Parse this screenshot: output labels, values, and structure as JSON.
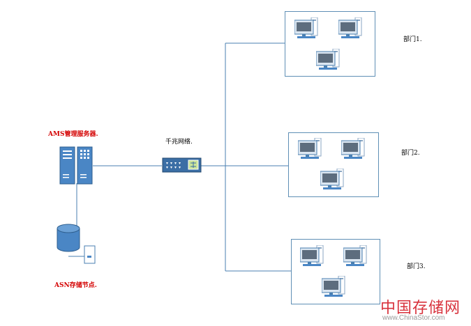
{
  "nodes": {
    "ams_server": {
      "label": "AMS管理服务器.",
      "color": "#d40000"
    },
    "switch": {
      "label": "千兆网络."
    },
    "asn_storage": {
      "label": "ASN存储节点.",
      "color": "#d40000"
    }
  },
  "departments": [
    {
      "label": "部门1.",
      "computers": 3
    },
    {
      "label": "部门2.",
      "computers": 3
    },
    {
      "label": "部门3.",
      "computers": 3
    }
  ],
  "watermark": {
    "brand": "中国存储网",
    "url": "www.ChinaStor.com"
  },
  "colors": {
    "line": "#4a7fb0",
    "device": "#4a86c5",
    "monitor_screen": "#5d6d7e"
  }
}
